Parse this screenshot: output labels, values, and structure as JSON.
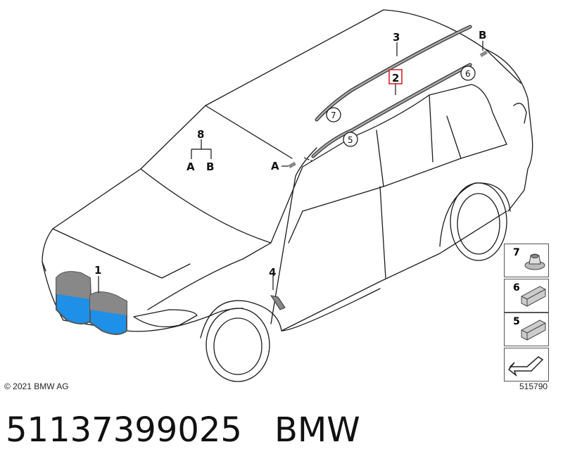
{
  "callouts": {
    "c1": "1",
    "c2": "2",
    "c3": "3",
    "c4": "4",
    "c5": "5",
    "c6": "6",
    "c7": "7",
    "c8": "8",
    "a_left": "A",
    "b_right": "B",
    "a_windshield": "A",
    "b_rear": "B"
  },
  "legend": [
    {
      "num": "7",
      "icon": "clip-nut-icon"
    },
    {
      "num": "6",
      "icon": "bracket-icon"
    },
    {
      "num": "5",
      "icon": "bracket-icon"
    }
  ],
  "footer": {
    "copyright": "© 2021 BMW AG",
    "figure_number": "515790"
  },
  "caption": {
    "part_number": "51137399025",
    "brand": "BMW"
  },
  "colors": {
    "highlight": "#d9232d",
    "grille_blue": "#1e90e8",
    "line": "#1a1a1a"
  }
}
